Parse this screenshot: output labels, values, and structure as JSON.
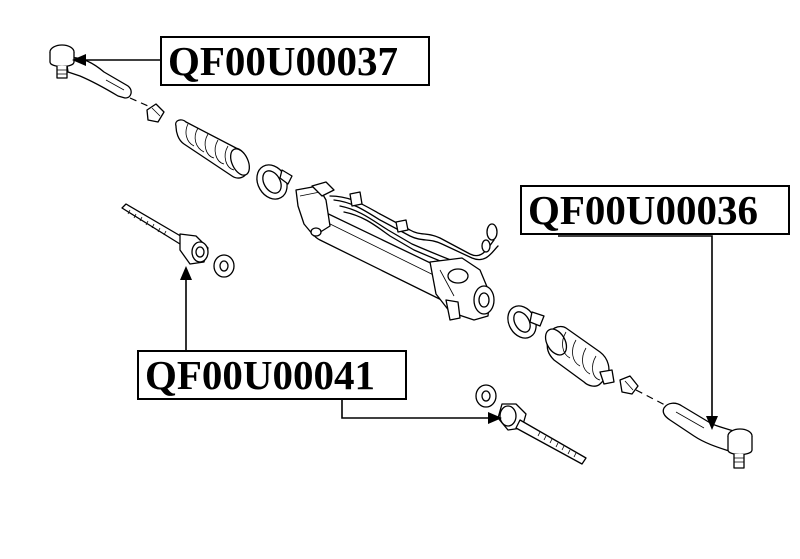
{
  "labels": {
    "outer_tie_rod_end_left": "QF00U00037",
    "outer_tie_rod_end_right": "QF00U00036",
    "inner_tie_rod": "QF00U00041"
  },
  "colors": {
    "line": "#000000",
    "background": "#ffffff"
  }
}
